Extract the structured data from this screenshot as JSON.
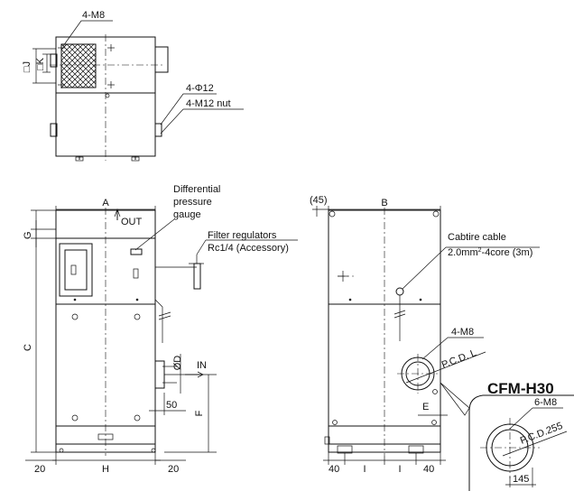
{
  "top_view": {
    "label_m8": "4-M8",
    "label_j": "□J",
    "label_k": "□K",
    "label_phi12": "4-Φ12",
    "label_nut": "4-M12 nut"
  },
  "front_view": {
    "dim_a": "A",
    "dim_c": "C",
    "dim_g": "G",
    "dim_h": "H",
    "dim_f": "F",
    "dim_d": "ØD",
    "dim_50": "50",
    "dim_20_left": "20",
    "dim_20_right": "20",
    "label_out": "OUT",
    "label_in": "IN",
    "label_gauge_1": "Differential",
    "label_gauge_2": "pressure",
    "label_gauge_3": "gauge",
    "label_filter_1": "Filter regulators",
    "label_filter_2": "Rc1/4 (Accessory)"
  },
  "side_view": {
    "dim_45": "(45)",
    "dim_b": "B",
    "dim_e": "E",
    "dim_i_left": "I",
    "dim_i_right": "I",
    "dim_40_left": "40",
    "dim_40_right": "40",
    "label_cable_1": "Cabtire cable",
    "label_cable_2a": "2.0mm",
    "label_cable_sup": "2",
    "label_cable_2b": "-4core (3m)",
    "label_m8": "4-M8",
    "label_pcd": "P.C.D. L"
  },
  "detail": {
    "title": "CFM-H30",
    "label_m8": "6-M8",
    "label_pcd": "P.C.D.255",
    "dim_145": "145"
  }
}
